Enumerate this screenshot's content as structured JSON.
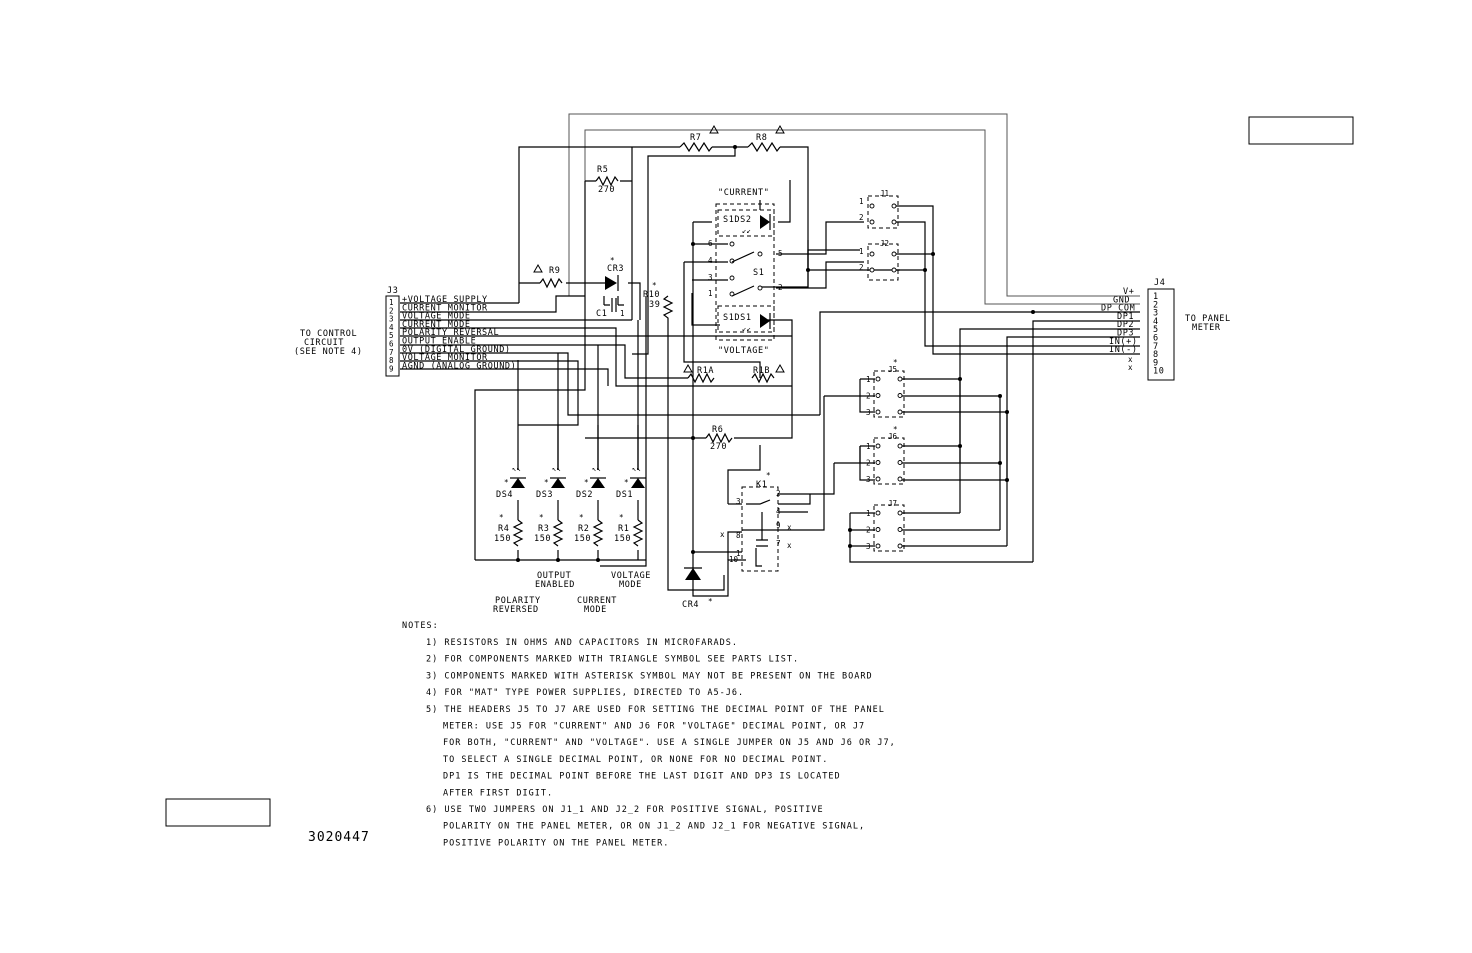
{
  "drawing_number": "3020447",
  "j3": {
    "ref": "J3",
    "to_label": [
      "TO CONTROL",
      "CIRCUIT",
      "(SEE NOTE 4)"
    ],
    "pins": [
      "1",
      "2",
      "3",
      "4",
      "5",
      "6",
      "7",
      "8",
      "9"
    ],
    "signals": [
      "+VOLTAGE SUPPLY",
      "CURRENT MONITOR",
      "VOLTAGE MODE",
      "CURRENT MODE",
      "POLARITY REVERSAL",
      "OUTPUT ENABLE",
      "0V (DIGITAL GROUND)",
      "VOLTAGE MONITOR",
      "AGND (ANALOG GROUND)"
    ]
  },
  "j4": {
    "ref": "J4",
    "to_label": [
      "TO PANEL",
      "METER"
    ],
    "pins": [
      "1",
      "2",
      "3",
      "4",
      "5",
      "6",
      "7",
      "8",
      "9",
      "10"
    ],
    "signals": [
      "V+",
      "GND",
      "DP COM",
      "DP1",
      "DP2",
      "DP3",
      "IN(+)",
      "IN(-)"
    ]
  },
  "components": {
    "r7": "R7",
    "r8": "R8",
    "r5": "R5",
    "r5_val": "270",
    "r9": "R9",
    "cr3": "CR3",
    "c1": "C1",
    "c1_pin": "1",
    "r10": "R10",
    "r10_val": "39",
    "r1a": "R1A",
    "r1b": "R1B",
    "r6": "R6",
    "r6_val": "270",
    "current": "\"CURRENT\"",
    "voltage": "\"VOLTAGE\"",
    "s1ds2": "S1DS2",
    "s1ds1": "S1DS1",
    "s1": "S1",
    "s1_pins": [
      "6",
      "5",
      "4",
      "3",
      "2",
      "1"
    ],
    "k1": "K1",
    "k1_pins": [
      "2",
      "3",
      "4",
      "8",
      "9",
      "1",
      "10",
      "7"
    ],
    "cr4": "CR4",
    "j1": "J1",
    "j2": "J2",
    "j5": "J5",
    "j6": "J6",
    "j7": "J7",
    "hdr_pins": [
      "1",
      "2",
      "3"
    ],
    "ds": [
      "DS4",
      "DS3",
      "DS2",
      "DS1"
    ],
    "r": [
      "R4",
      "R3",
      "R2",
      "R1"
    ],
    "r_val": "150",
    "star": "*"
  },
  "indicator_labels": {
    "output_enabled": [
      "OUTPUT",
      "ENABLED"
    ],
    "voltage_mode": [
      "VOLTAGE",
      "MODE"
    ],
    "polarity_reversed": [
      "POLARITY",
      "REVERSED"
    ],
    "current_mode": [
      "CURRENT",
      "MODE"
    ]
  },
  "notes": {
    "heading": "NOTES:",
    "lines": [
      "1) RESISTORS IN OHMS AND CAPACITORS IN MICROFARADS.",
      "2) FOR COMPONENTS MARKED WITH TRIANGLE SYMBOL SEE PARTS LIST.",
      "3) COMPONENTS MARKED WITH ASTERISK SYMBOL MAY NOT BE PRESENT ON THE BOARD",
      "4) FOR \"MAT\" TYPE POWER SUPPLIES, DIRECTED TO A5-J6.",
      "5) THE HEADERS J5 TO J7 ARE USED FOR SETTING THE DECIMAL POINT OF THE PANEL",
      "METER: USE J5 FOR \"CURRENT\" AND J6 FOR \"VOLTAGE\" DECIMAL POINT, OR J7",
      "FOR BOTH, \"CURRENT\" AND \"VOLTAGE\". USE A SINGLE JUMPER ON J5 AND J6 OR J7,",
      "TO SELECT A SINGLE DECIMAL POINT, OR NONE FOR NO DECIMAL POINT.",
      "DP1 IS THE DECIMAL POINT BEFORE THE LAST DIGIT AND DP3 IS LOCATED",
      "AFTER FIRST DIGIT.",
      "6) USE TWO JUMPERS ON J1_1 AND J2_2 FOR POSITIVE SIGNAL, POSITIVE",
      "POLARITY ON THE PANEL METER, OR ON J1_2 AND J2_1 FOR NEGATIVE SIGNAL,",
      "POSITIVE POLARITY ON THE PANEL METER."
    ]
  }
}
